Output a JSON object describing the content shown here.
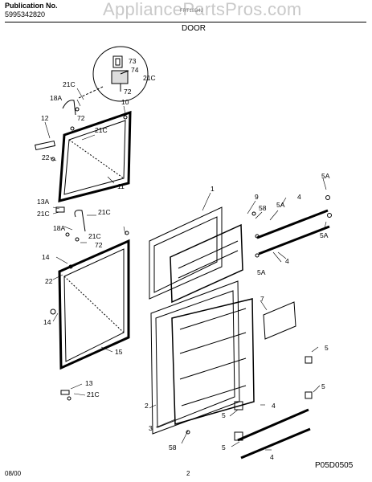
{
  "header": {
    "publication_label": "Publication No.",
    "publication_number": "5995342820",
    "model": "FRT18B4J",
    "section": "DOOR",
    "watermark": "AppliancePartsPros.com"
  },
  "footer": {
    "date": "08/00",
    "page": "2",
    "code": "P05D0505"
  },
  "callouts": {
    "c73": "73",
    "c74": "74",
    "c21c_inset": "21C",
    "c72_inset": "72",
    "c21c_a": "21C",
    "c18a_a": "18A",
    "c72_a": "72",
    "c10": "10",
    "c12": "12",
    "c21c_b": "21C",
    "c22_a": "22",
    "c11": "11",
    "c13a": "13A",
    "c21c_c": "21C",
    "c21c_d": "21C",
    "c18a_b": "18A",
    "c21c_e": "21C",
    "c72_b": "72",
    "c14_a": "14",
    "c22_b": "22",
    "c14_b": "14",
    "c15": "15",
    "c13": "13",
    "c21c_f": "21C",
    "c1": "1",
    "c9": "9",
    "c58_a": "58",
    "c5a_a": "5A",
    "c4_a": "4",
    "c5a_b": "5A",
    "c5a_c": "5A",
    "c4_b": "4",
    "c5a_d": "5A",
    "c7": "7",
    "c5_a": "5",
    "c2": "2",
    "c5_b": "5",
    "c4_c": "4",
    "c5_c": "5",
    "c3": "3",
    "c5_d": "5",
    "c4_d": "4",
    "c58_b": "58"
  }
}
